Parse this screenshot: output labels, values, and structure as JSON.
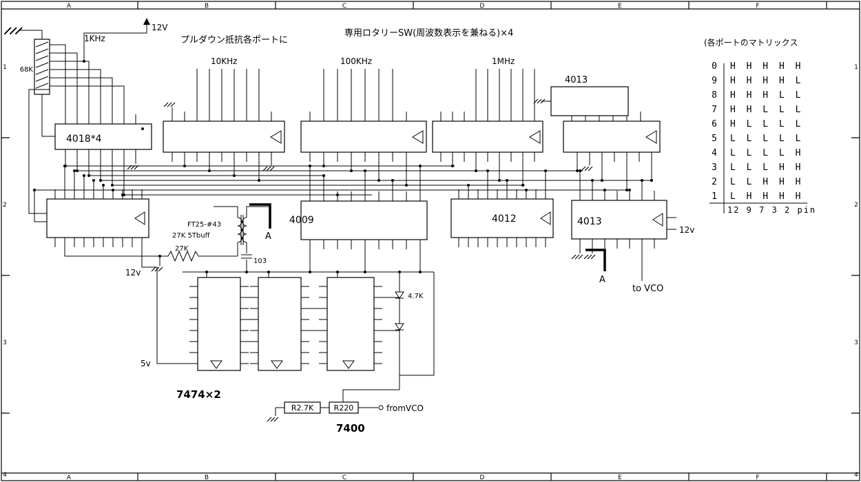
{
  "frame": {
    "columns": [
      "A",
      "B",
      "C",
      "D",
      "E",
      "F"
    ],
    "rows": [
      "1",
      "2",
      "3",
      "4"
    ]
  },
  "header": {
    "title": "専用ロタリーSW(周波数表示を兼ねる)×4",
    "pulldown_note": "プルダウン抵抗各ポートに",
    "supply": "12V"
  },
  "frequencies": {
    "f1k": "1KHz",
    "f10k": "10KHz",
    "f100k": "100KHz",
    "f1m": "1MHz"
  },
  "ics": {
    "u4018": "4018*4",
    "u4013_top": "4013",
    "u4009": "4009",
    "u4012": "4012",
    "u4013_mid": "4013",
    "u7474": "7474×2",
    "u7400": "7400"
  },
  "components": {
    "r68k": "68K",
    "core": "FT25-#43",
    "buffer": "27K 5Tbuff",
    "r27k": "27K",
    "c103": "103",
    "r47k": "4.7K",
    "r2k7": "R2.7K",
    "r220": "R220"
  },
  "power": {
    "v12_left": "12v",
    "v12_right": "12v",
    "v5": "5v"
  },
  "io": {
    "to_vco": "to VCO",
    "from_vco": "fromVCO",
    "node_a_left": "A",
    "node_a_right": "A"
  },
  "matrix": {
    "title": "(各ポートのマトリックス",
    "rows": [
      {
        "label": "0",
        "values": "H H H H H"
      },
      {
        "label": "9",
        "values": "H H H H L"
      },
      {
        "label": "8",
        "values": "H H H L L"
      },
      {
        "label": "7",
        "values": "H H L L L"
      },
      {
        "label": "6",
        "values": "H L L L L"
      },
      {
        "label": "5",
        "values": "L L L L L"
      },
      {
        "label": "4",
        "values": "L L L L H"
      },
      {
        "label": "3",
        "values": "L L L H H"
      },
      {
        "label": "2",
        "values": "L L H H H"
      },
      {
        "label": "1",
        "values": "L H H H H"
      }
    ],
    "footer": "12 9 7 3 2 pin"
  }
}
